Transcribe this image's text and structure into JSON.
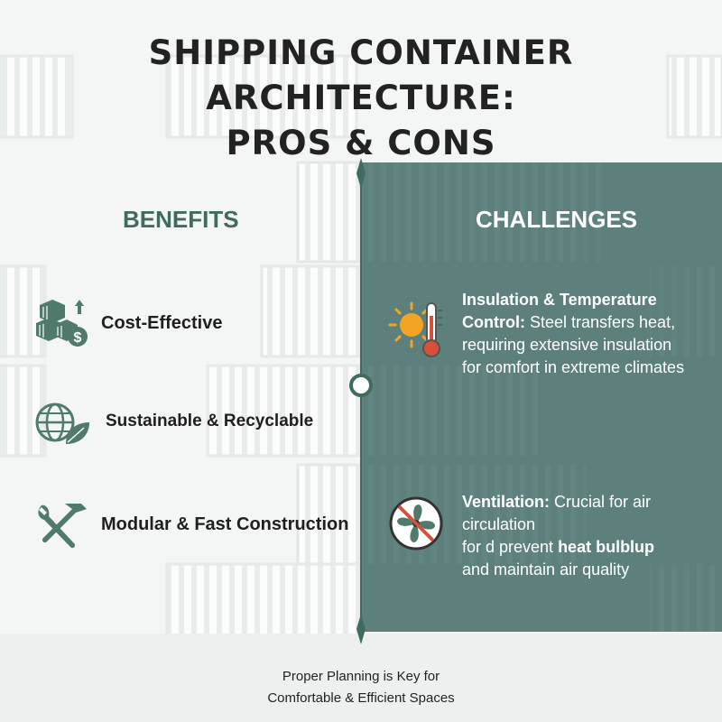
{
  "title": {
    "line1": "SHIPPING CONTAINER ARCHITECTURE:",
    "line2": "PROS & CONS"
  },
  "benefits": {
    "heading": "BENEFITS",
    "items": [
      {
        "label": "Cost-Effective",
        "icon": "containers-dollar-icon"
      },
      {
        "label": "Sustainable & Recyclable",
        "icon": "globe-leaf-icon"
      },
      {
        "label": "Modular & Fast Construction",
        "icon": "tools-icon"
      }
    ]
  },
  "challenges": {
    "heading": "CHALLENGES",
    "items": [
      {
        "title_line1": "Insulation & Temperature",
        "title_line2": "Control:",
        "text_line2": " Steel transfers heat,",
        "text_line3": "requiring extensive insulation",
        "text_line4": "for comfort in extreme climates",
        "icon": "sun-thermometer-icon"
      },
      {
        "title": "Ventilation:",
        "text_line1": " Crucial for air circulation",
        "text_line2a": "for d prevent ",
        "text_line2b": "heat bulblup",
        "text_line3": "and maintain air quality",
        "icon": "no-fan-icon"
      }
    ]
  },
  "footer": {
    "line1": "Proper Planning is Key for",
    "line2": "Comfortable & Efficient Spaces"
  },
  "colors": {
    "teal_panel": "#5d807d",
    "benefit_heading": "#3f6b61",
    "icon_green": "#4f7a6c",
    "sun_orange": "#f3a521",
    "thermo_red": "#d9503a"
  }
}
